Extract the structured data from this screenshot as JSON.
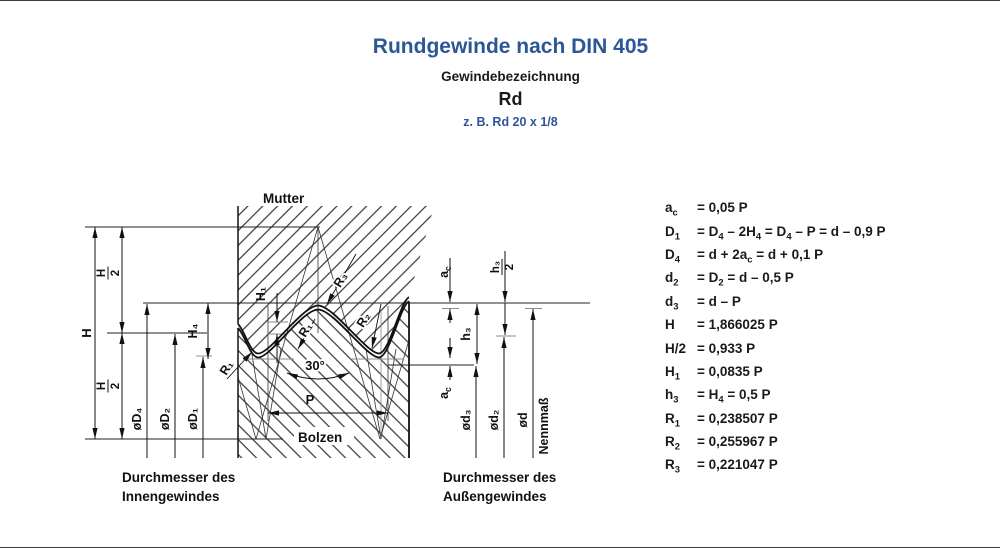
{
  "colors": {
    "accent_blue": "#2b5797",
    "text": "#1a1a1a"
  },
  "header": {
    "title": "Rundgewinde nach DIN 405",
    "subtitle": "Gewindebezeichnung",
    "designation": "Rd",
    "example": "z. B. Rd 20 x 1/8"
  },
  "diagram": {
    "labels": {
      "mutter": "Mutter",
      "bolzen": "Bolzen",
      "H": "H",
      "H4": "H₄",
      "H1": "H₁",
      "dD4": "øD₄",
      "dD2": "øD₂",
      "dD1": "øD₁",
      "dd3": "ød₃",
      "dd2": "ød₂",
      "dd": "ød",
      "nennmass": "Nennmaß",
      "h3": "h₃",
      "p": "P",
      "angle": "30°",
      "r1": "R₁",
      "r2": "R₂",
      "r3": "R₃"
    },
    "ac": [
      {
        "t": "a"
      },
      {
        "s": "c"
      }
    ],
    "fractions": {
      "H2": {
        "num": "H",
        "den": "2"
      },
      "h32": {
        "num": "h₃",
        "den": "2"
      }
    },
    "captions": {
      "left1": "Durchmesser des",
      "left2": "Innengewindes",
      "right1": "Durchmesser des",
      "right2": "Außengewindes"
    }
  },
  "formulas": [
    {
      "sym": [
        {
          "t": "a"
        },
        {
          "s": "c"
        }
      ],
      "rhs": [
        {
          "t": "= 0,05 P"
        }
      ]
    },
    {
      "sym": [
        {
          "t": "D"
        },
        {
          "s": "1"
        }
      ],
      "rhs": [
        {
          "t": "= D"
        },
        {
          "s": "4"
        },
        {
          "t": " – 2H"
        },
        {
          "s": "4"
        },
        {
          "t": " = D"
        },
        {
          "s": "4"
        },
        {
          "t": " – P = d – 0,9 P"
        }
      ]
    },
    {
      "sym": [
        {
          "t": "D"
        },
        {
          "s": "4"
        }
      ],
      "rhs": [
        {
          "t": "= d + 2a"
        },
        {
          "s": "c"
        },
        {
          "t": " = d + 0,1 P"
        }
      ]
    },
    {
      "sym": [
        {
          "t": "d"
        },
        {
          "s": "2"
        }
      ],
      "rhs": [
        {
          "t": "= D"
        },
        {
          "s": "2"
        },
        {
          "t": " = d – 0,5 P"
        }
      ]
    },
    {
      "sym": [
        {
          "t": "d"
        },
        {
          "s": "3"
        }
      ],
      "rhs": [
        {
          "t": "= d – P"
        }
      ]
    },
    {
      "sym": [
        {
          "t": "H"
        }
      ],
      "rhs": [
        {
          "t": "= 1,866025 P"
        }
      ]
    },
    {
      "sym": [
        {
          "t": "H/2"
        }
      ],
      "rhs": [
        {
          "t": "= 0,933 P"
        }
      ]
    },
    {
      "sym": [
        {
          "t": "H"
        },
        {
          "s": "1"
        }
      ],
      "rhs": [
        {
          "t": "= 0,0835 P"
        }
      ]
    },
    {
      "sym": [
        {
          "t": "h"
        },
        {
          "s": "3"
        }
      ],
      "rhs": [
        {
          "t": "= H"
        },
        {
          "s": "4"
        },
        {
          "t": " = 0,5 P"
        }
      ]
    },
    {
      "sym": [
        {
          "t": "R"
        },
        {
          "s": "1"
        }
      ],
      "rhs": [
        {
          "t": "= 0,238507 P"
        }
      ]
    },
    {
      "sym": [
        {
          "t": "R"
        },
        {
          "s": "2"
        }
      ],
      "rhs": [
        {
          "t": "= 0,255967 P"
        }
      ]
    },
    {
      "sym": [
        {
          "t": "R"
        },
        {
          "s": "3"
        }
      ],
      "rhs": [
        {
          "t": "= 0,221047 P"
        }
      ]
    }
  ]
}
